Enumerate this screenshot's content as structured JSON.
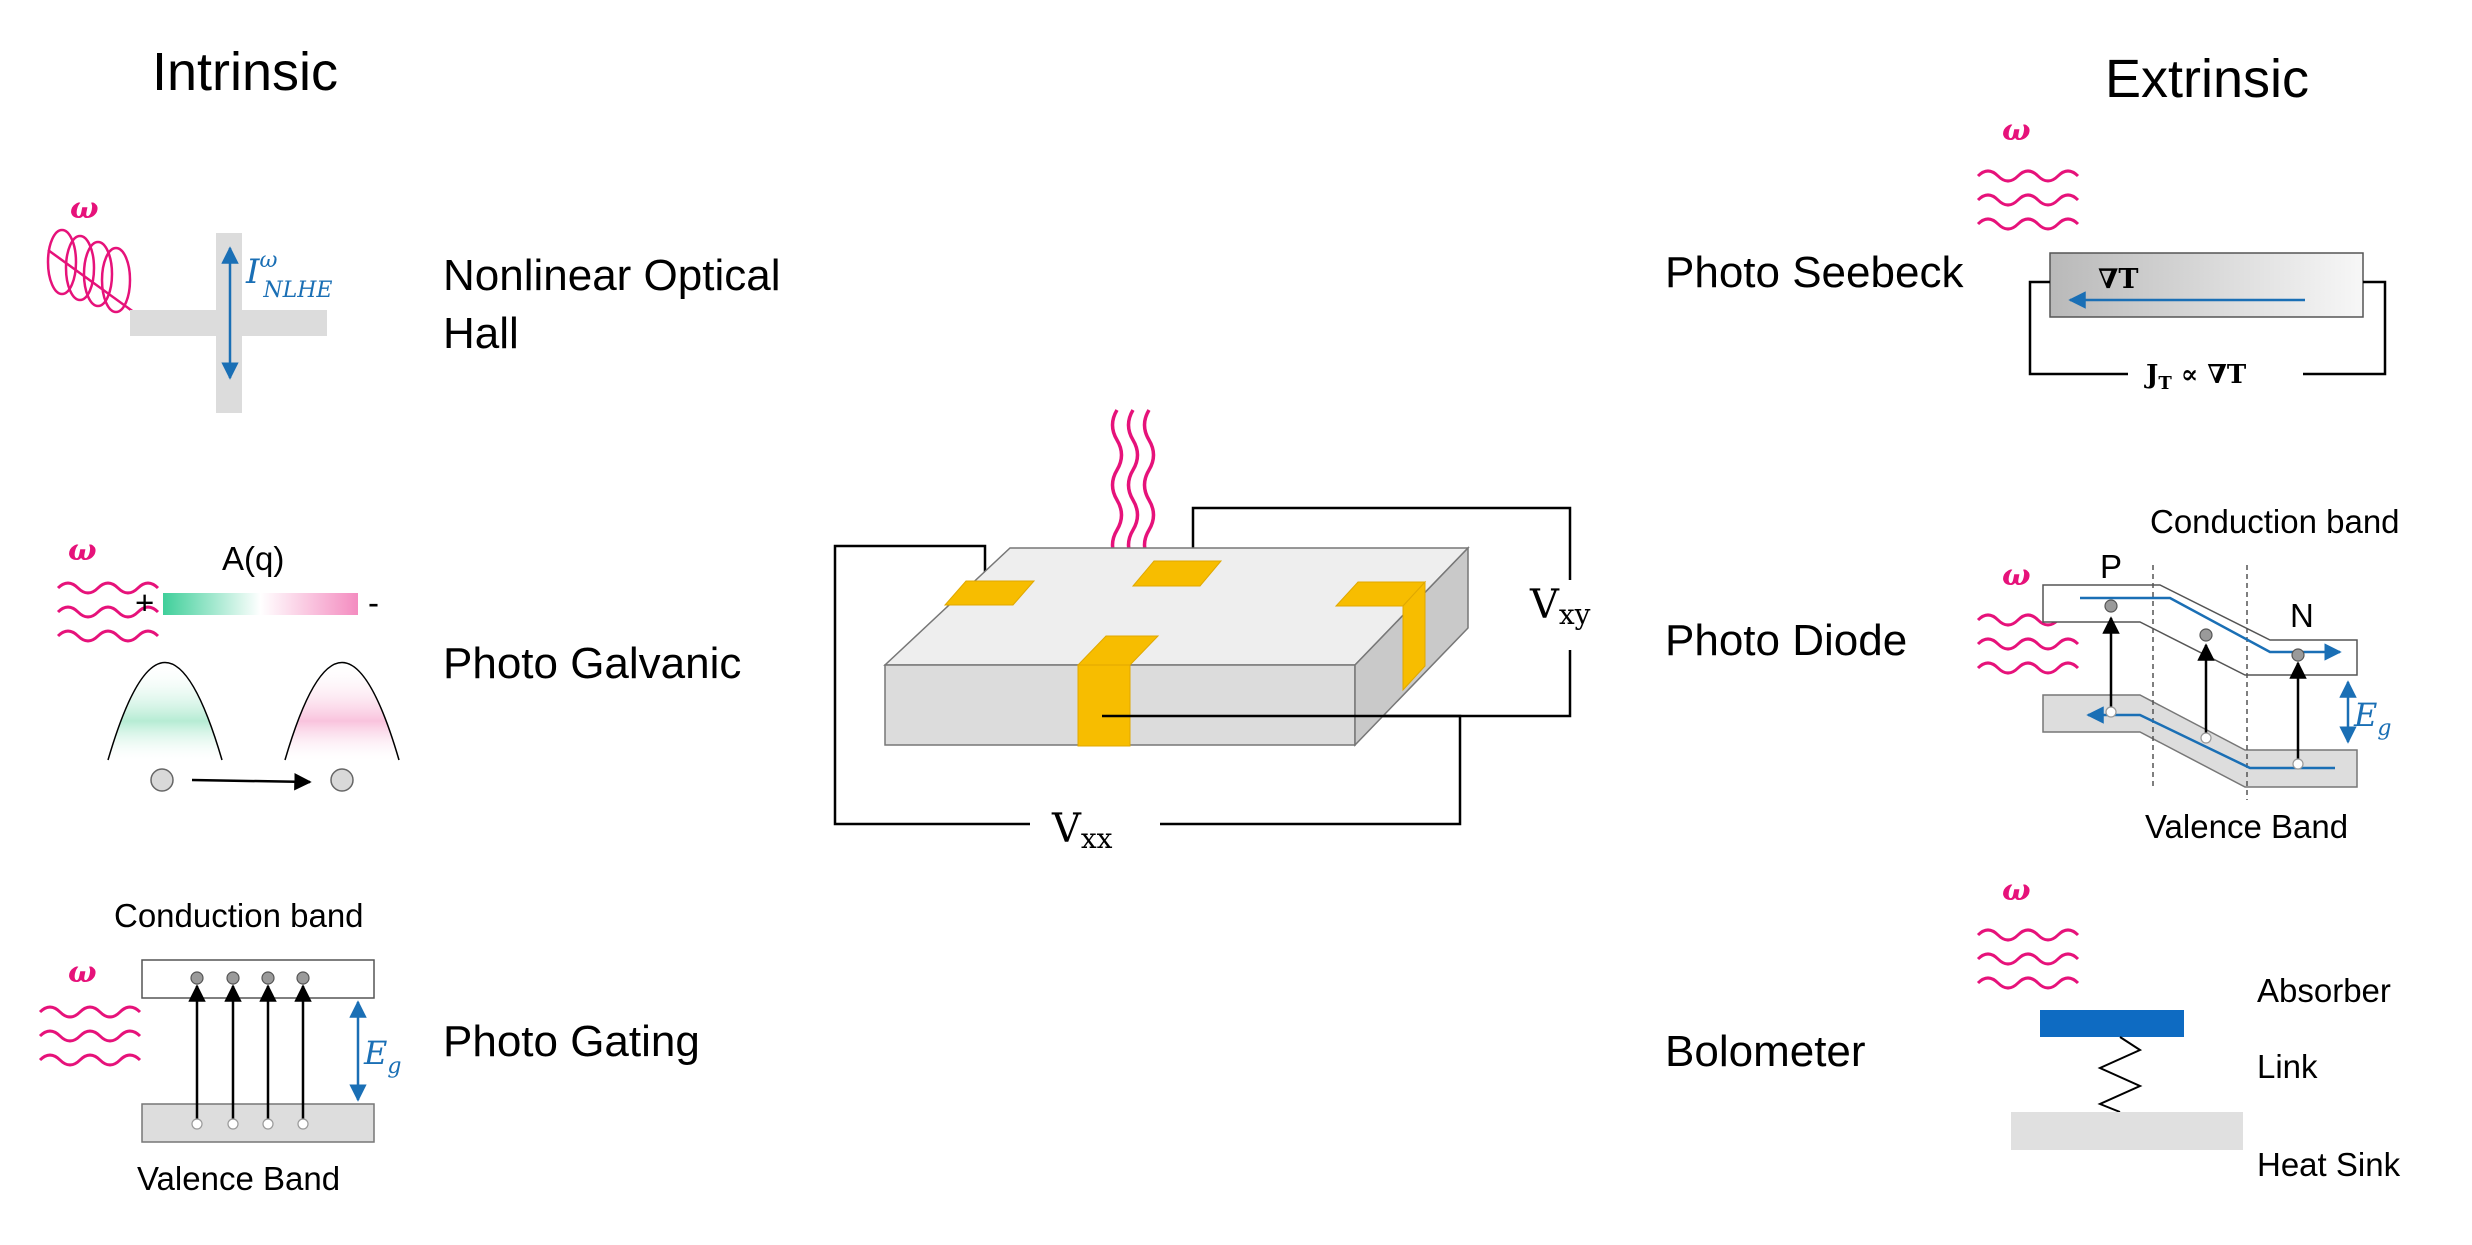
{
  "headings": {
    "intrinsic": "Intrinsic",
    "extrinsic": "Extrinsic"
  },
  "omega": "ω",
  "colors": {
    "light": "#e6127a",
    "arrow_blue": "#1a6fb5",
    "absorber_blue": "#0e6bc2",
    "contact_gold": "#f7bd00",
    "slab_grey": "#dddddd",
    "gradient_green": "#3fcf9a",
    "gradient_pink": "#f48cc0"
  },
  "intrinsic": {
    "nonlinear": {
      "label_line1": "Nonlinear Optical",
      "label_line2": "Hall",
      "current_symbol": "I",
      "current_sup": "ω",
      "current_sub": "NLHE"
    },
    "galvanic": {
      "label": "Photo Galvanic",
      "gradient_title": "A(q)",
      "plus": "+",
      "minus": "-"
    },
    "gating": {
      "label": "Photo Gating",
      "conduction": "Conduction band",
      "valence": "Valence Band",
      "gap_symbol": "E",
      "gap_sub": "g"
    }
  },
  "center": {
    "vxx_main": "V",
    "vxx_sub": "xx",
    "vxy_main": "V",
    "vxy_sub": "xy"
  },
  "extrinsic": {
    "seebeck": {
      "label": "Photo Seebeck",
      "gradient": "∇T",
      "current_main": "J",
      "current_sub": "T",
      "current_rest": " ∝ ∇T"
    },
    "diode": {
      "label": "Photo Diode",
      "conduction": "Conduction band",
      "valence": "Valence Band",
      "p": "P",
      "n": "N",
      "gap_symbol": "E",
      "gap_sub": "g"
    },
    "bolometer": {
      "label": "Bolometer",
      "absorber": "Absorber",
      "link": "Link",
      "heat_sink": "Heat Sink"
    }
  }
}
